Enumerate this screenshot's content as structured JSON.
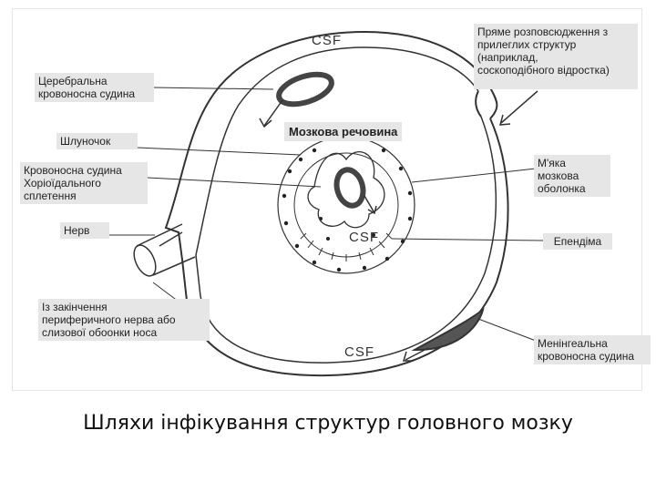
{
  "labels": {
    "cerebral_vessel": "Церебральна\nкровоносна судина",
    "direct_spread": "Пряме розповсюдження з\nприлеглих структур\n(наприклад,\nсоскоподібного відростка)",
    "glomerulus": "Шлуночок",
    "brain_matter": "Мозкова речовина",
    "choroid_plexus_vessel": "Кровоносна судина\nХоріоїдального\nсплетення",
    "pia_mater": "М'яка\nмозкова\nоболонка",
    "nerve": "Нерв",
    "ependyma": "Епендіма",
    "nerve_ending": "Із закінчення\nпериферичного нерва або\nслизової обоонки носа",
    "meningeal_vessel": "Менінгеальна\nкровоносна судина"
  },
  "csf_labels": [
    "CSF",
    "CSF",
    "CSF"
  ],
  "caption": "Шляхи інфікування структур головного мозку",
  "colors": {
    "label_background": "#e6e6e6",
    "line": "#333333",
    "vessel_fill": "#555555"
  }
}
